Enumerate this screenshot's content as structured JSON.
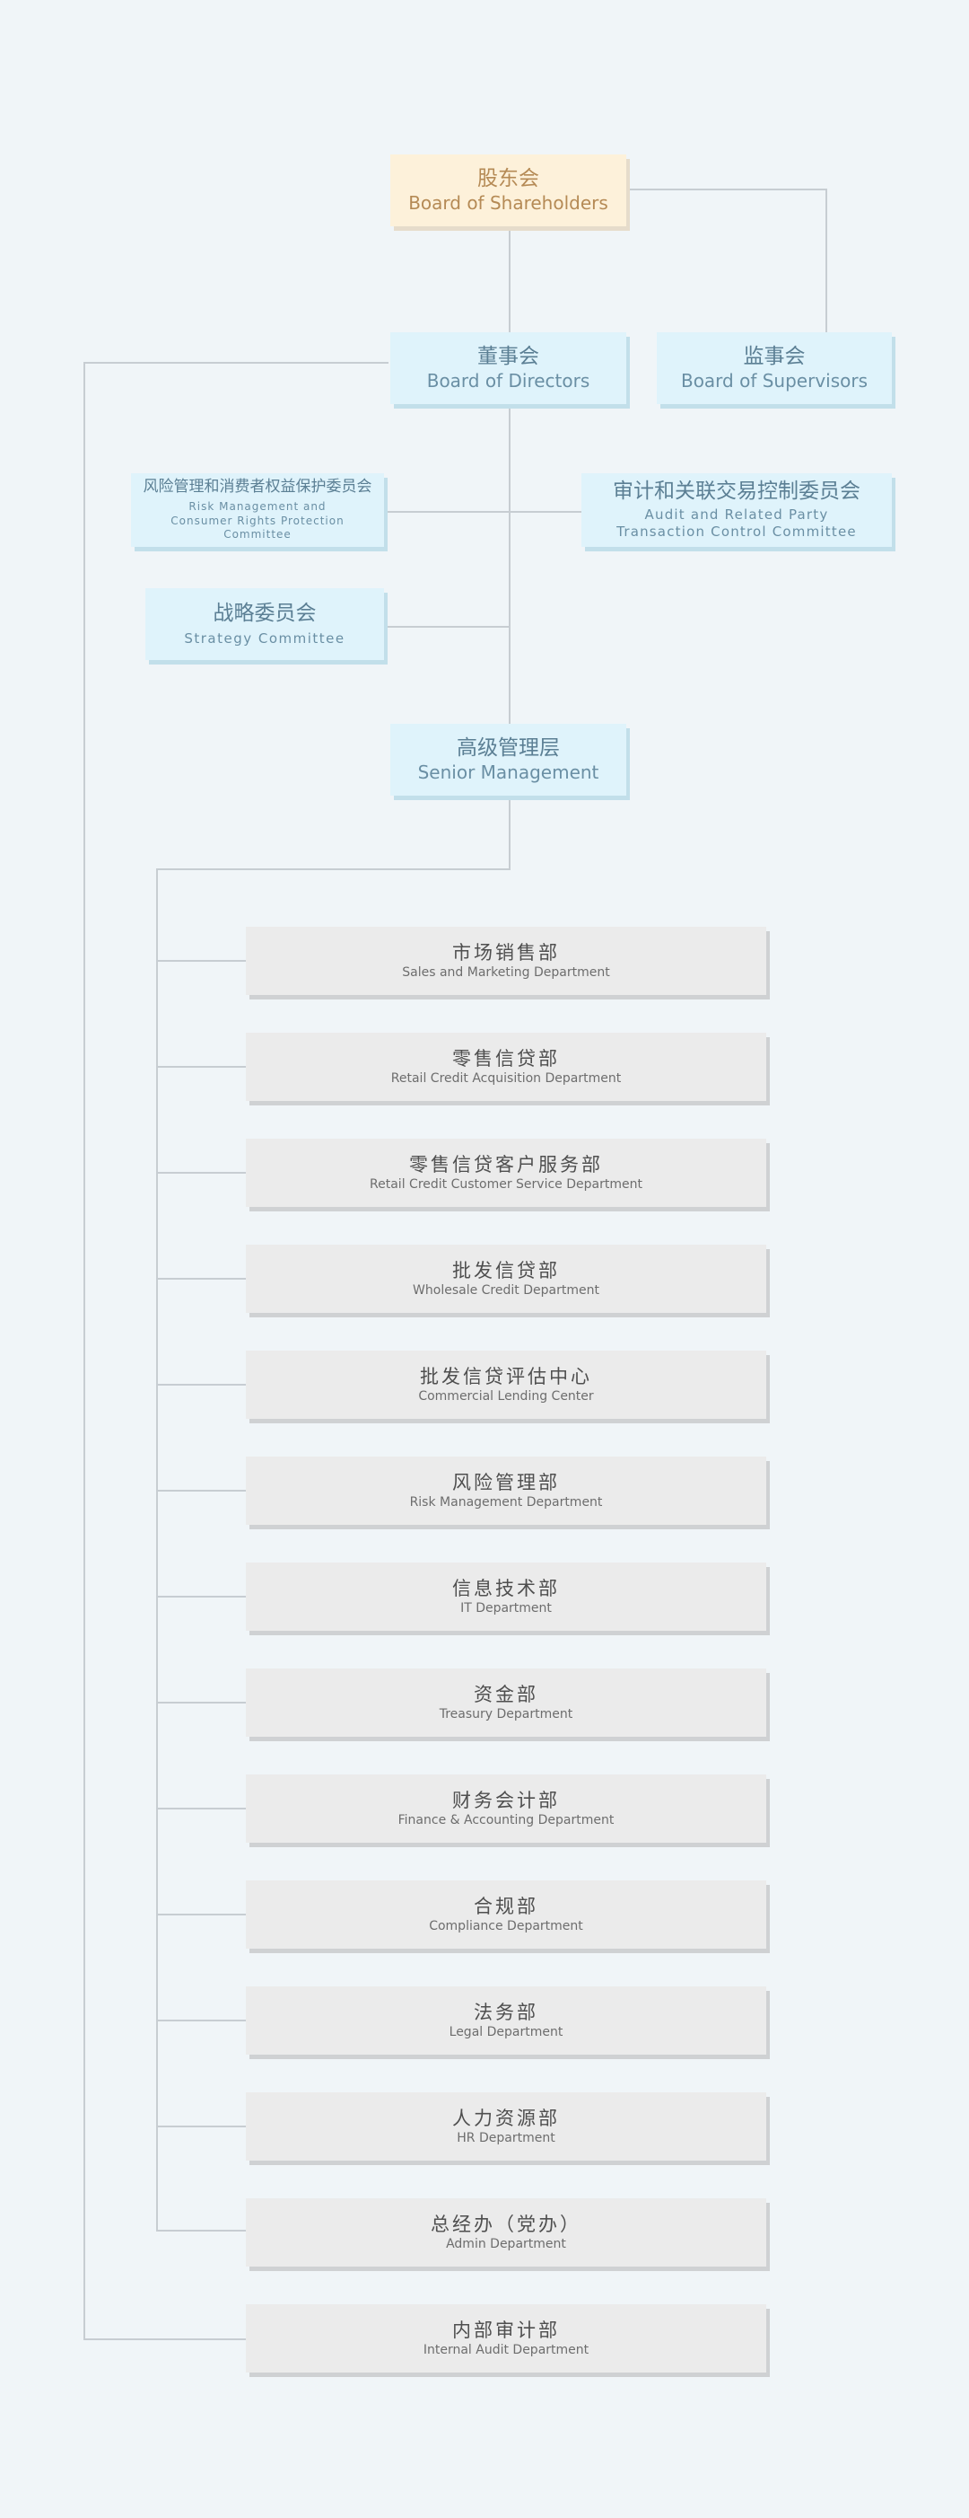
{
  "colors": {
    "background": "#f0f5f8",
    "governance_box": "#dff3fb",
    "shareholders_box": "#fdf1da",
    "department_box": "#ebebeb",
    "connector": "#c7cdd2"
  },
  "governance": {
    "shareholders": {
      "zh": "股东会",
      "en": "Board of Shareholders"
    },
    "directors": {
      "zh": "董事会",
      "en": "Board of Directors"
    },
    "supervisors": {
      "zh": "监事会",
      "en": "Board of Supervisors"
    },
    "risk_committee": {
      "zh": "风险管理和消费者权益保护委员会",
      "en": "Risk Management and Consumer Rights Protection Committee"
    },
    "audit_committee": {
      "zh": "审计和关联交易控制委员会",
      "en": "Audit and Related Party Transaction Control Committee"
    },
    "strategy_committee": {
      "zh": "战略委员会",
      "en": "Strategy Committee"
    },
    "senior_management": {
      "zh": "高级管理层",
      "en": "Senior Management"
    }
  },
  "departments": [
    {
      "zh": "市场销售部",
      "en": "Sales and Marketing Department"
    },
    {
      "zh": "零售信贷部",
      "en": "Retail Credit Acquisition Department"
    },
    {
      "zh": "零售信贷客户服务部",
      "en": "Retail Credit Customer Service Department"
    },
    {
      "zh": "批发信贷部",
      "en": "Wholesale Credit Department"
    },
    {
      "zh": "批发信贷评估中心",
      "en": "Commercial Lending Center"
    },
    {
      "zh": "风险管理部",
      "en": "Risk Management Department"
    },
    {
      "zh": "信息技术部",
      "en": "IT Department"
    },
    {
      "zh": "资金部",
      "en": "Treasury Department"
    },
    {
      "zh": "财务会计部",
      "en": "Finance & Accounting Department"
    },
    {
      "zh": "合规部",
      "en": "Compliance Department"
    },
    {
      "zh": "法务部",
      "en": "Legal Department"
    },
    {
      "zh": "人力资源部",
      "en": "HR Department"
    },
    {
      "zh": "总经办（党办）",
      "en": "Admin Department"
    }
  ],
  "internal_audit": {
    "zh": "内部审计部",
    "en": "Internal Audit Department"
  }
}
